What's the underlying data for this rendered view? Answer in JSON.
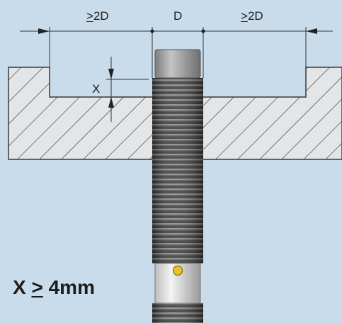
{
  "diagram": {
    "labels": {
      "left_clearance": {
        "prefix": ">",
        "value": "2D"
      },
      "diameter": "D",
      "right_clearance": {
        "prefix": ">",
        "value": "2D"
      },
      "recess_depth": "X"
    },
    "formula": {
      "variable": "X",
      "operator": ">",
      "value": "4mm"
    },
    "colors": {
      "background": "#c9dcec",
      "section_fill": "#e3e5e7",
      "hatch": "#3a3a3a",
      "thread_dark": "#2e2e2e",
      "thread_light": "#8a8a8a",
      "sensor_cap": "#a8a8a8",
      "indicator_led": "#e8c22a"
    },
    "icons": [
      "arrow-head-left",
      "arrow-head-right",
      "arrow-head-up",
      "arrow-head-down",
      "yellow-led-dot"
    ]
  }
}
